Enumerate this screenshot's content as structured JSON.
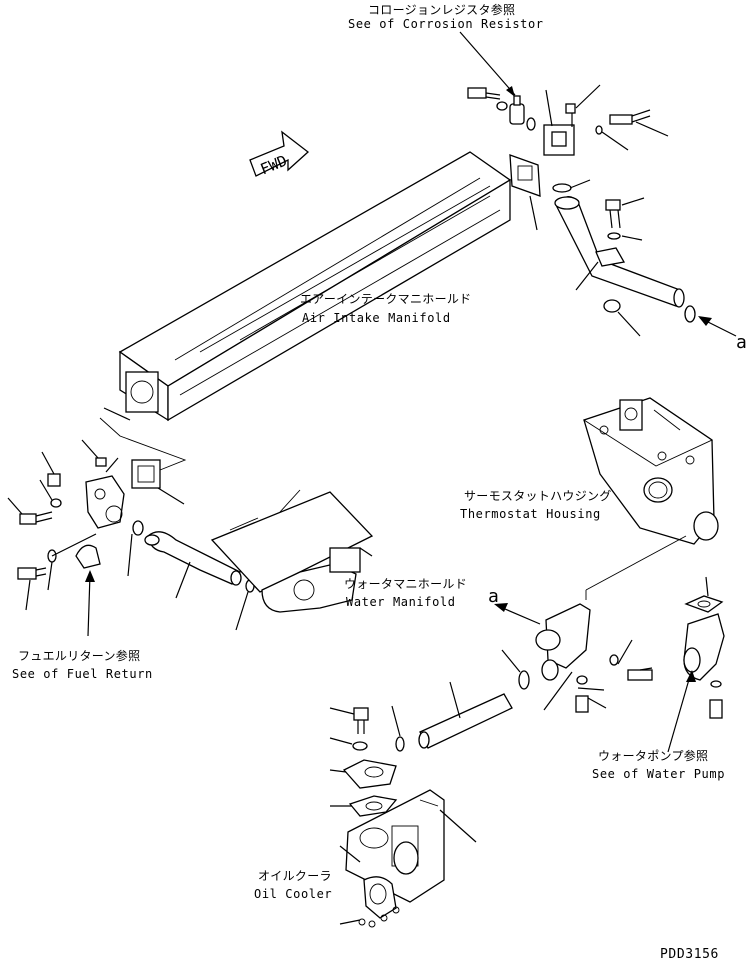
{
  "title": "",
  "fwd_label": "FWD",
  "arrow_ref_label": "a",
  "drawing_number": "PDD3156",
  "callouts": {
    "corrosion_resistor_jp": "コロージョンレジスタ参照",
    "corrosion_resistor_en": "See of Corrosion Resistor",
    "air_intake_jp": "エアーインテークマニホールド",
    "air_intake_en": "Air Intake Manifold",
    "thermostat_jp": "サーモスタットハウジング",
    "thermostat_en": "Thermostat Housing",
    "water_manifold_jp": "ウォータマニホールド",
    "water_manifold_en": "Water Manifold",
    "fuel_return_jp": "フュエルリターン参照",
    "fuel_return_en": "See of Fuel Return",
    "water_pump_jp": "ウォータポンプ参照",
    "water_pump_en": "See of Water Pump",
    "oil_cooler_jp": "オイルクーラ",
    "oil_cooler_en": "Oil Cooler"
  }
}
